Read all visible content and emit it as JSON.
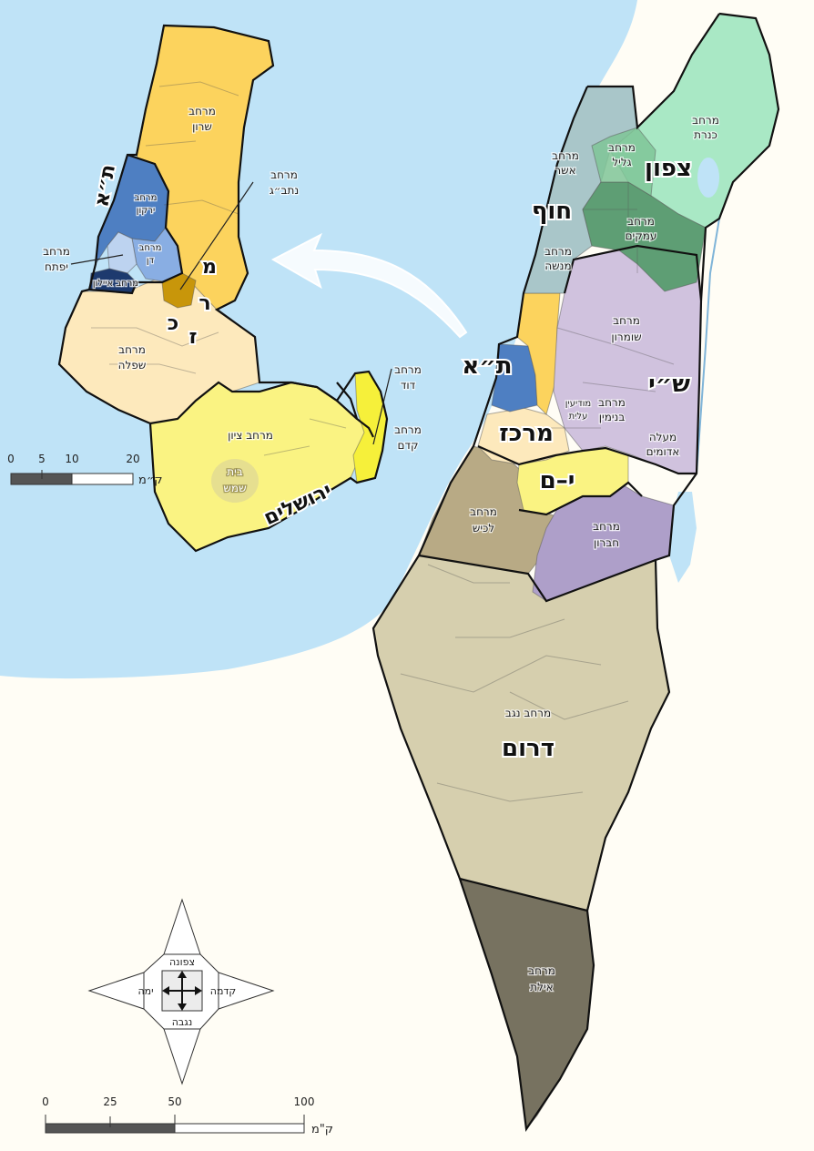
{
  "sea_color": "#bfe3f7",
  "land_color": "#fffdf5",
  "colors": {
    "north": "#a9e8c5",
    "north_dark": "#5e9e74",
    "coast": "#a9c6c9",
    "shomron": "#d0c2de",
    "hebron": "#ae9fc9",
    "tel_aviv": "#4e7fc2",
    "center": "#fde9bc",
    "sharon": "#fcd35d",
    "jerusalem": "#faf382",
    "lachish": "#b8aa85",
    "negev": "#d6cfae",
    "eilat": "#777260"
  },
  "labels": {
    "tzafon": "צפון",
    "hof": "חוף",
    "tel_aviv": "ת״א",
    "shay": "ש״י",
    "merkaz": "מרכז",
    "yerushalayim": "י–ם",
    "darom": "דרום",
    "kineret": [
      "מרחב",
      "כנרת"
    ],
    "galil": [
      "מרחב",
      "גליל"
    ],
    "asher": [
      "מרחב",
      "אשר"
    ],
    "amakim": [
      "מרחב",
      "עמקים"
    ],
    "menashe": [
      "מרחב",
      "מנשה"
    ],
    "shomron": [
      "מרחב",
      "שומרון"
    ],
    "modiin": [
      "מודיעין",
      "עלית"
    ],
    "binyamin": [
      "מרחב",
      "בנימין"
    ],
    "maale": [
      "מעלה",
      "אדומים"
    ],
    "hevron": [
      "מרחב",
      "חברון"
    ],
    "lachish": [
      "מרחב",
      "לכיש"
    ],
    "negev": "מרחב נגב",
    "eilat": [
      "מרחב",
      "אילת"
    ]
  },
  "inset": {
    "title_ta": "ת״א",
    "title_yerushalayim": "ירושלים",
    "sharon": [
      "מרחב",
      "שרון"
    ],
    "natbag": [
      "מרחב",
      "נתב״ג"
    ],
    "yarkon": [
      "מרחב",
      "ירקון"
    ],
    "dan": [
      "מרחב",
      "דן"
    ],
    "yafo": [
      "מרחב",
      "יפתח"
    ],
    "ayalon": "מרחב איילון",
    "merkaz_letters": [
      "מ",
      "ר",
      "כ",
      "ז"
    ],
    "shfela": [
      "מרחב",
      "שפלה"
    ],
    "zion": "מרחב ציון",
    "beit_shemesh": [
      "בית",
      "שמש"
    ],
    "david": [
      "מרחב",
      "דוד"
    ],
    "kedem": [
      "מרחב",
      "קדם"
    ],
    "scale_ticks": [
      "0",
      "5",
      "10",
      "20"
    ],
    "scale_unit": "ק״מ"
  },
  "compass": {
    "north": "צפונה",
    "south": "נגבה",
    "east": "קדמה",
    "west": "ימה"
  },
  "scale": {
    "ticks": [
      "0",
      "25",
      "50",
      "100"
    ],
    "unit": "ק\"מ"
  }
}
